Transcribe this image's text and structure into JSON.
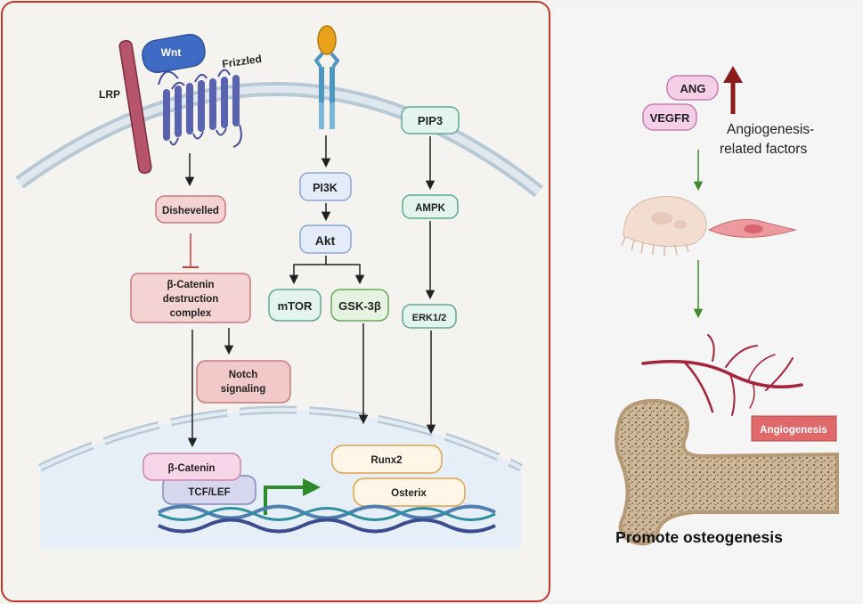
{
  "receptors": {
    "wnt": "Wnt",
    "lrp": "LRP",
    "frizzled": "Frizzled"
  },
  "wnt_pathway": {
    "dishevelled": "Dishevelled",
    "destruction_complex_line1": "β-Catenin",
    "destruction_complex_line2": "destruction",
    "destruction_complex_line3": "complex",
    "notch_line1": "Notch",
    "notch_line2": "signaling",
    "beta_catenin": "β-Catenin",
    "tcf_lef": "TCF/LEF"
  },
  "pi3k_pathway": {
    "pi3k": "PI3K",
    "akt": "Akt",
    "mtor": "mTOR",
    "gsk3b": "GSK-3β"
  },
  "ampk_pathway": {
    "pip3": "PIP3",
    "ampk": "AMPK",
    "erk": "ERK1/2"
  },
  "targets": {
    "runx2": "Runx2",
    "osterix": "Osterix"
  },
  "angiogenesis_panel": {
    "ang": "ANG",
    "vegfr": "VEGFR",
    "factors_line1": "Angiogenesis-",
    "factors_line2": "related factors",
    "badge": "Angiogenesis",
    "footer": "Promote osteogenesis"
  },
  "colors": {
    "panel_border": "#c0392b",
    "pink_box": "#f6d3d3",
    "pink_border": "#c9797c",
    "blue_box": "#e3ecf8",
    "teal_box": "#e3f3ee",
    "teal_border": "#5fa891",
    "green_arrow": "#3f8a2c",
    "dark_red_arrow": "#8b1a1a"
  }
}
